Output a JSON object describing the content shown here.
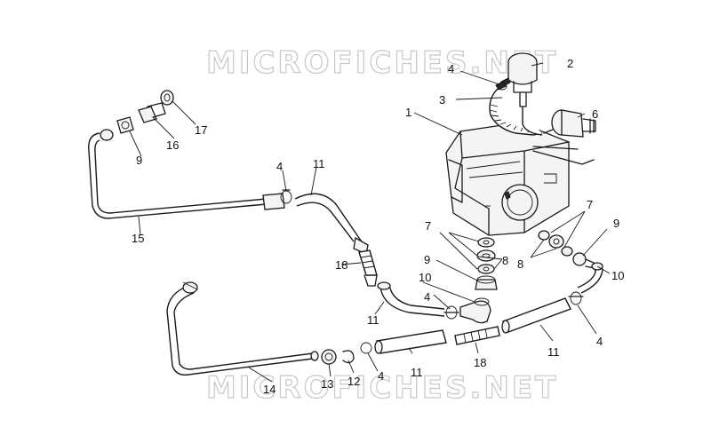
{
  "watermark": {
    "top": "MICROFICHES.NET",
    "bottom": "MICROFICHES.NET"
  },
  "callouts": [
    {
      "id": "c1",
      "label": "1"
    },
    {
      "id": "c2",
      "label": "2"
    },
    {
      "id": "c3",
      "label": "3"
    },
    {
      "id": "c4a",
      "label": "4"
    },
    {
      "id": "c4b",
      "label": "4"
    },
    {
      "id": "c4c",
      "label": "4"
    },
    {
      "id": "c4d",
      "label": "4"
    },
    {
      "id": "c4e",
      "label": "4"
    },
    {
      "id": "c6",
      "label": "6"
    },
    {
      "id": "c7a",
      "label": "7"
    },
    {
      "id": "c7b",
      "label": "7"
    },
    {
      "id": "c8a",
      "label": "8"
    },
    {
      "id": "c8b",
      "label": "8"
    },
    {
      "id": "c9a",
      "label": "9"
    },
    {
      "id": "c9b",
      "label": "9"
    },
    {
      "id": "c9c",
      "label": "9"
    },
    {
      "id": "c10a",
      "label": "10"
    },
    {
      "id": "c10b",
      "label": "10"
    },
    {
      "id": "c11a",
      "label": "11"
    },
    {
      "id": "c11b",
      "label": "11"
    },
    {
      "id": "c11c",
      "label": "11"
    },
    {
      "id": "c11d",
      "label": "11"
    },
    {
      "id": "c12",
      "label": "12"
    },
    {
      "id": "c13",
      "label": "13"
    },
    {
      "id": "c14",
      "label": "14"
    },
    {
      "id": "c15",
      "label": "15"
    },
    {
      "id": "c16",
      "label": "16"
    },
    {
      "id": "c17",
      "label": "17"
    },
    {
      "id": "c18a",
      "label": "18"
    },
    {
      "id": "c18b",
      "label": "18"
    }
  ]
}
